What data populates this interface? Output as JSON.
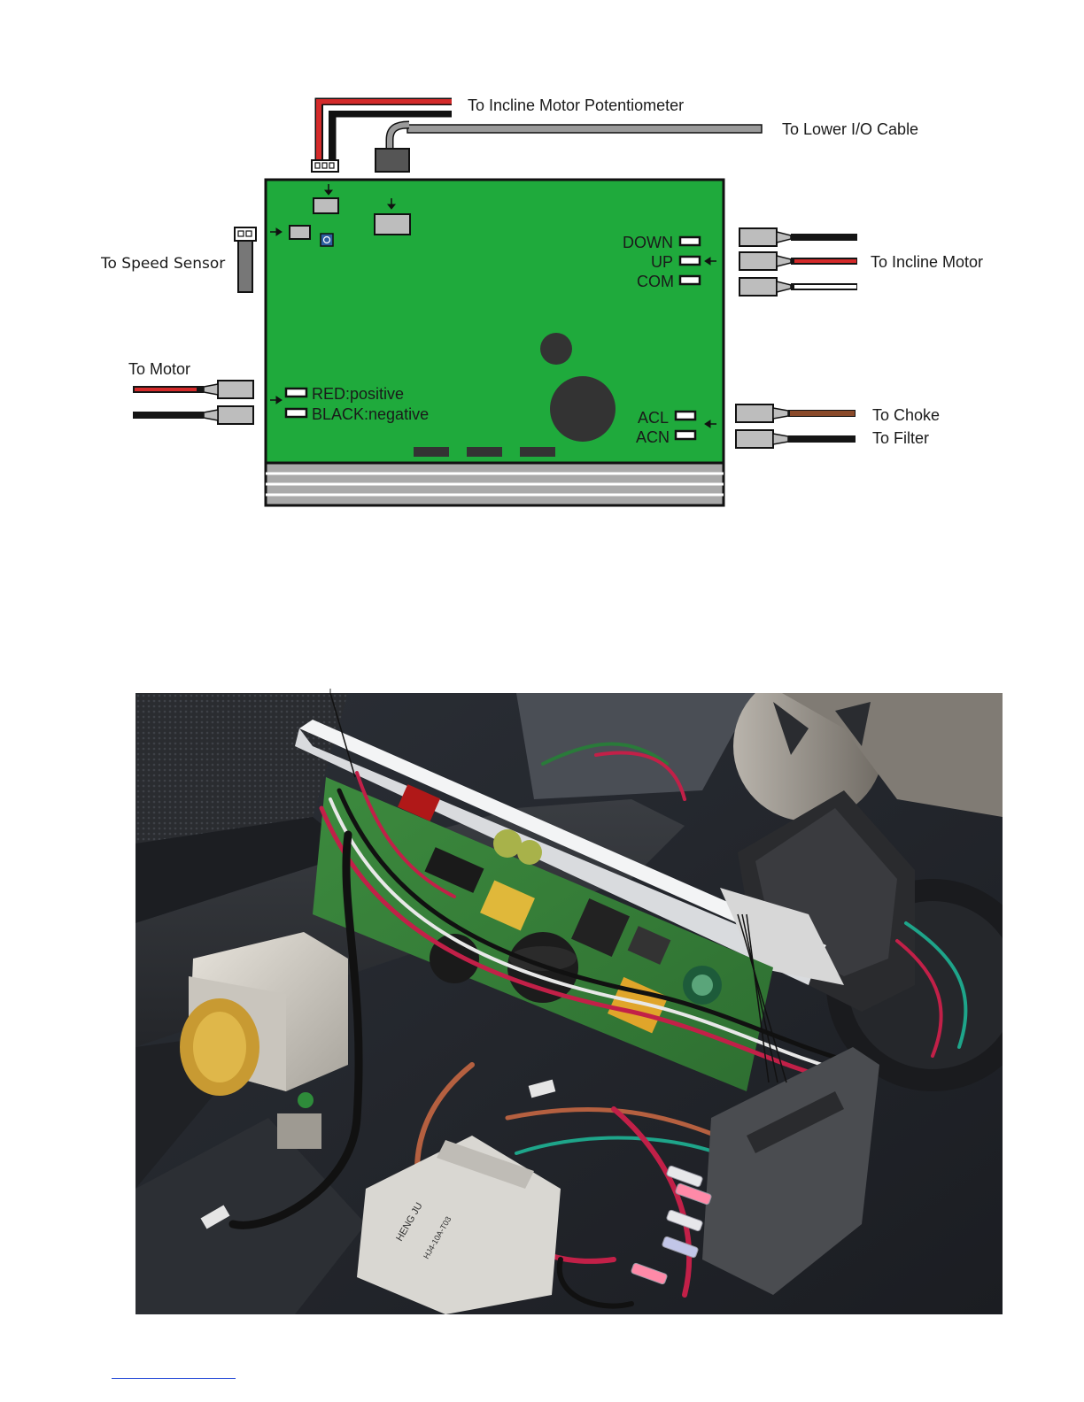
{
  "diagram": {
    "labels": {
      "incline_pot": "To Incline Motor Potentiometer",
      "lower_io": "To Lower I/O Cable",
      "speed_sensor": "To Speed Sensor",
      "incline_motor": "To Incline Motor",
      "motor": "To Motor",
      "choke": "To Choke",
      "filter": "To Filter"
    },
    "board_terminals": {
      "down": "DOWN",
      "up": "UP",
      "com": "COM",
      "red": "RED:positive",
      "black": "BLACK:negative",
      "acl": "ACL",
      "acn": "ACN"
    },
    "colors": {
      "board": "#1faa3c",
      "wire_red": "#d42a2a",
      "wire_black": "#151515",
      "wire_white": "#ffffff",
      "wire_brown": "#8a4a2a",
      "connector_gray": "#bdbdbd"
    }
  },
  "photo": {
    "filter_brand": "HENG JU",
    "filter_model": "HJ4-10A-T03"
  }
}
